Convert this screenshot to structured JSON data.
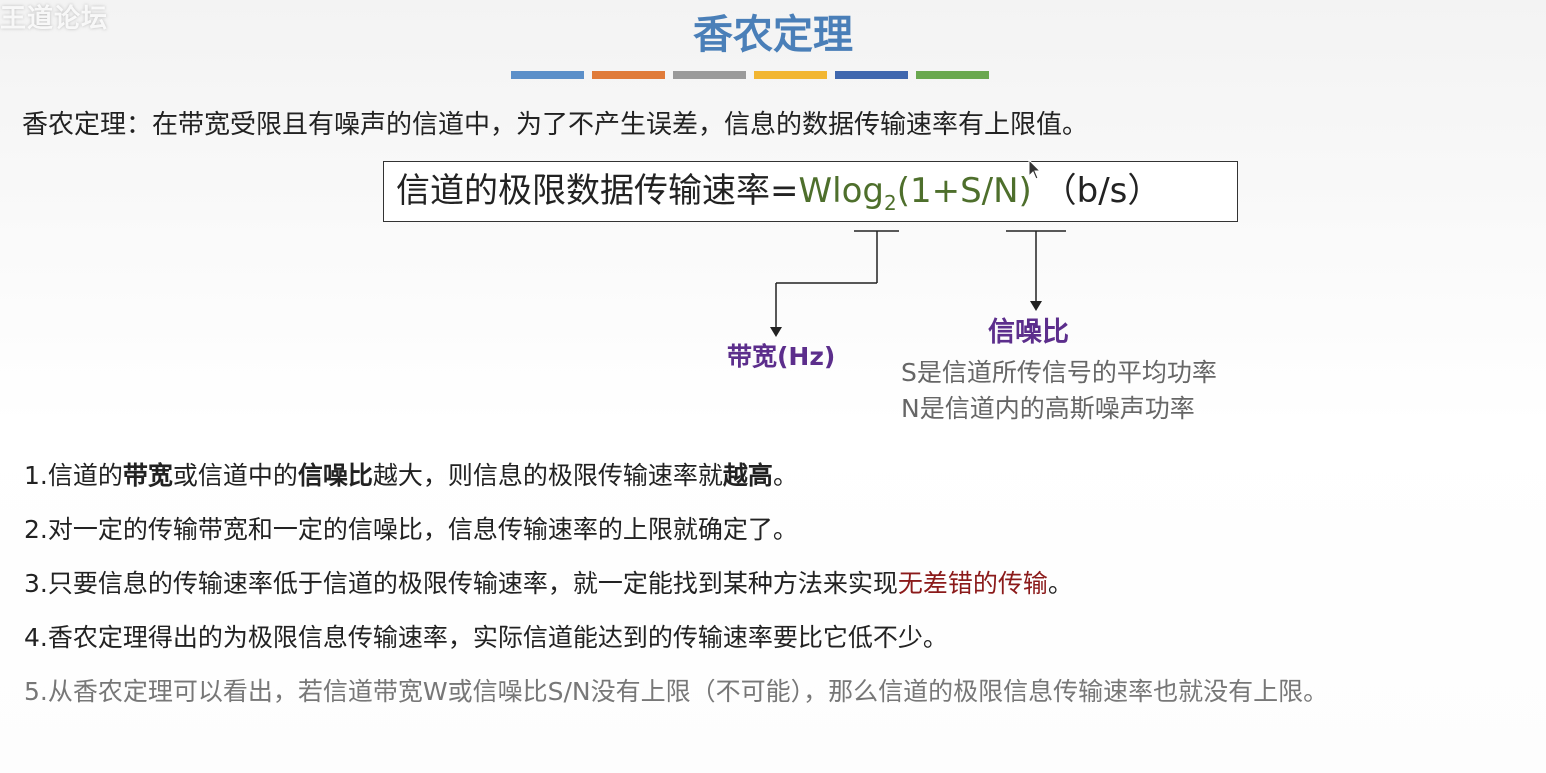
{
  "watermark": "王道论坛",
  "title": "香农定理",
  "accent_bars": [
    "#5b8fc9",
    "#e07b39",
    "#9a9a9a",
    "#f2b632",
    "#3f67ae",
    "#6aa84f"
  ],
  "intro": "香农定理：在带宽受限且有噪声的信道中，为了不产生误差，信息的数据传输速率有上限值。",
  "formula": {
    "prefix": "信道的极限数据传输速率=",
    "expr_before_sub": "Wlog",
    "subscript": "2",
    "expr_after_sub": "(1+S/N)",
    "unit": "（b/s）"
  },
  "labels": {
    "bandwidth": "带宽(Hz)",
    "snr": "信噪比",
    "s_desc": "S是信道所传信号的平均功率",
    "n_desc": "N是信道内的高斯噪声功率"
  },
  "points": {
    "p1": {
      "a": "1.信道的",
      "b1": "带宽",
      "c": "或信道中的",
      "b2": "信噪比",
      "d": "越大，则信息的极限传输速率就",
      "b3": "越高",
      "e": "。"
    },
    "p2": "2.对一定的传输带宽和一定的信噪比，信息传输速率的上限就确定了。",
    "p3": {
      "a": "3.只要信息的传输速率低于信道的极限传输速率，就一定能找到某种方法来实现",
      "red": "无差错的传输",
      "b": "。"
    },
    "p4": "4.香农定理得出的为极限信息传输速率，实际信道能达到的传输速率要比它低不少。",
    "p5": "5.从香农定理可以看出，若信道带宽W或信噪比S/N没有上限（不可能），那么信道的极限信息传输速率也就没有上限。"
  }
}
